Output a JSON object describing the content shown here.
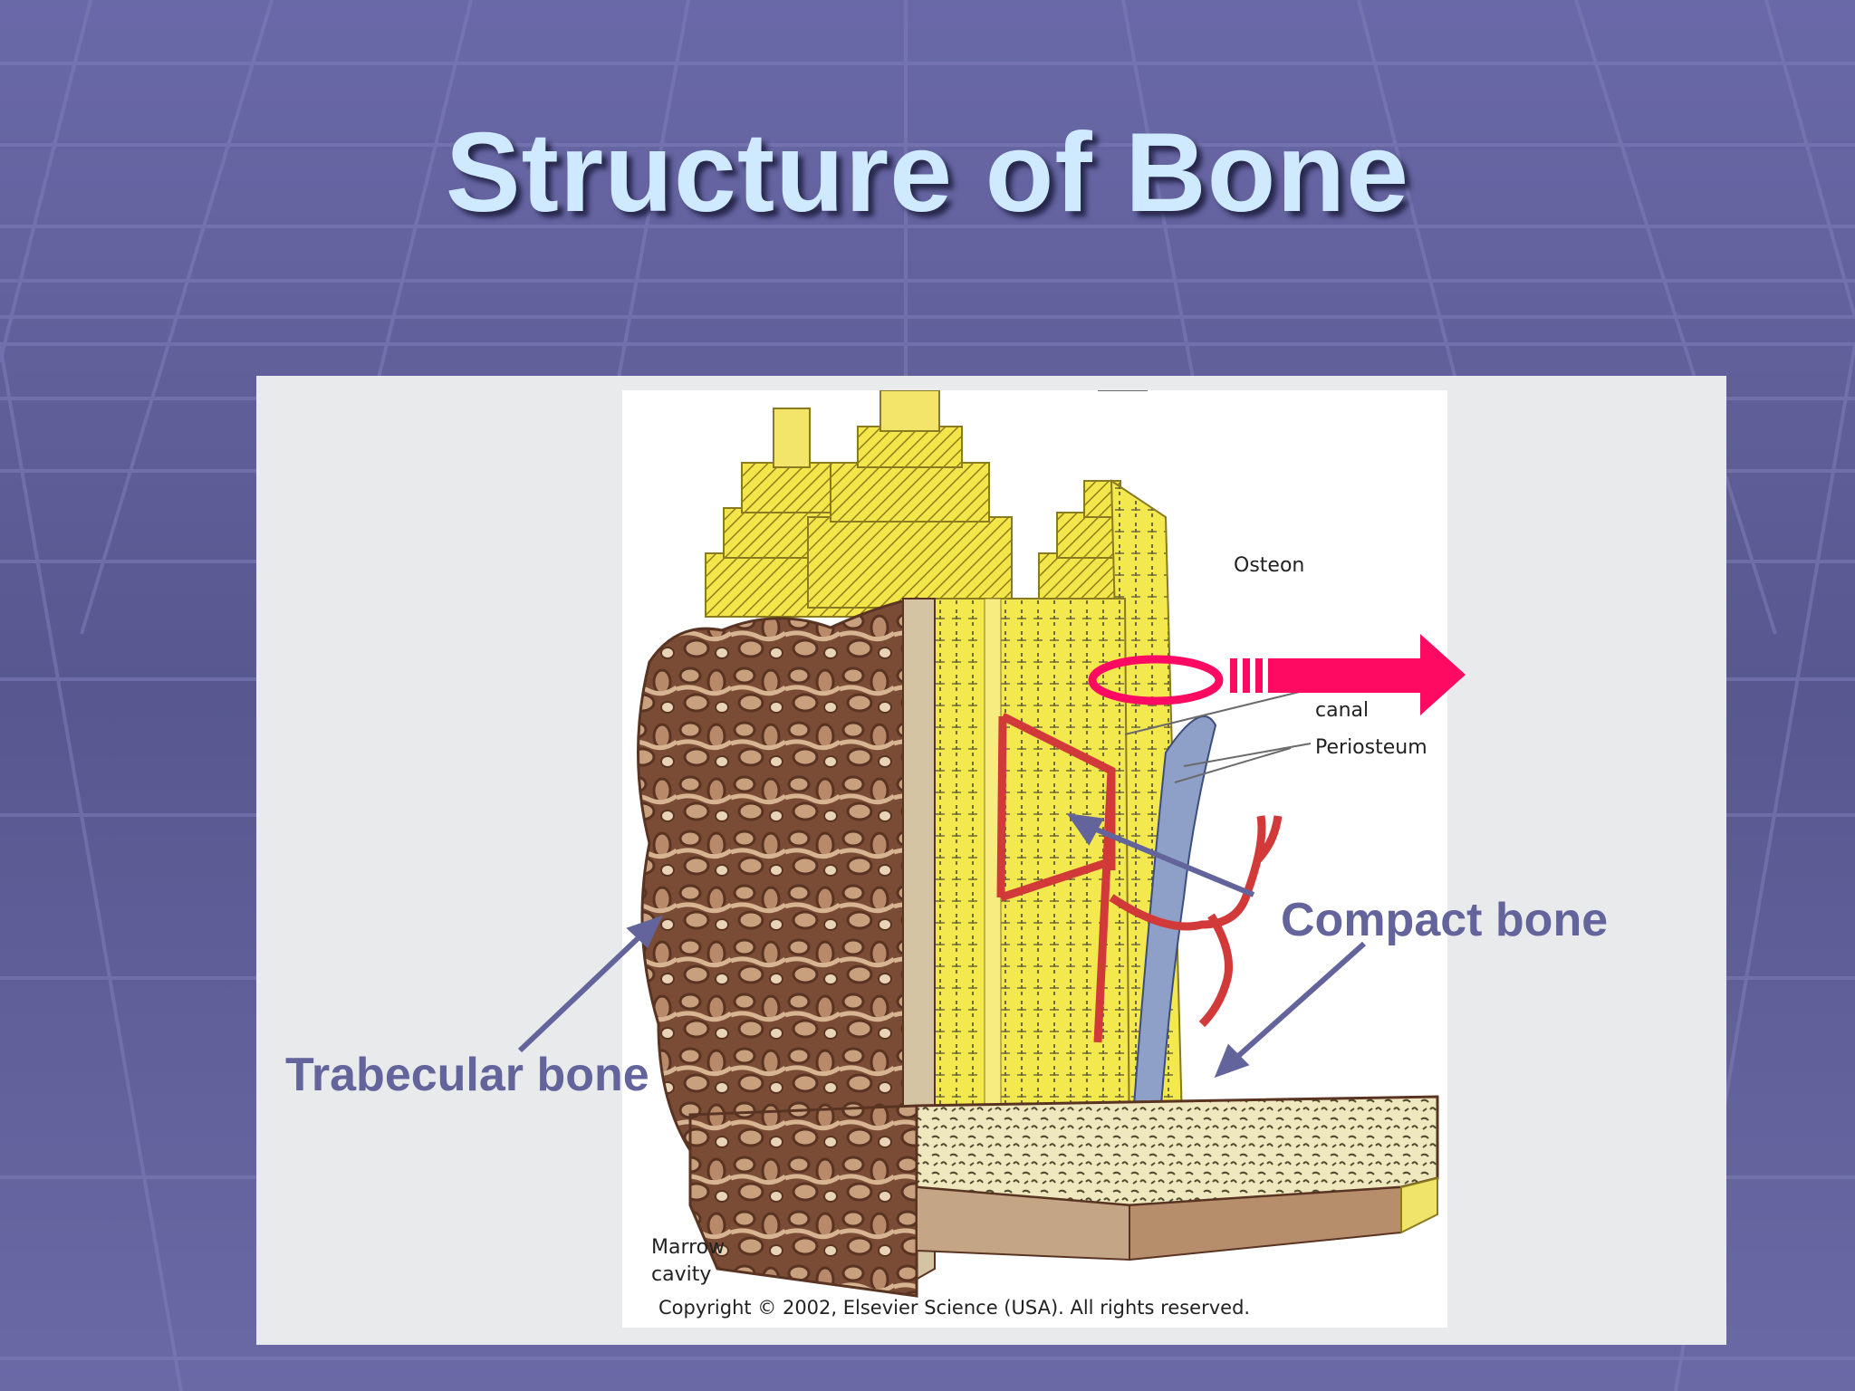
{
  "slide": {
    "title": "Structure of Bone"
  },
  "figure": {
    "labels": {
      "osteon": "Osteon",
      "canal": "canal",
      "periosteum": "Periosteum",
      "marrow_line1": "Marrow",
      "marrow_line2": "cavity"
    },
    "copyright": "Copyright © 2002, Elsevier Science (USA). All rights reserved."
  },
  "callouts": {
    "compact_bone": "Compact bone",
    "trabecular_bone": "Trabecular bone"
  },
  "colors": {
    "background": "#5e5d9a",
    "title": "#cfe9ff",
    "callout_text": "#63649c",
    "highlight": "#ff0a63",
    "panel": "#e9eaec"
  }
}
